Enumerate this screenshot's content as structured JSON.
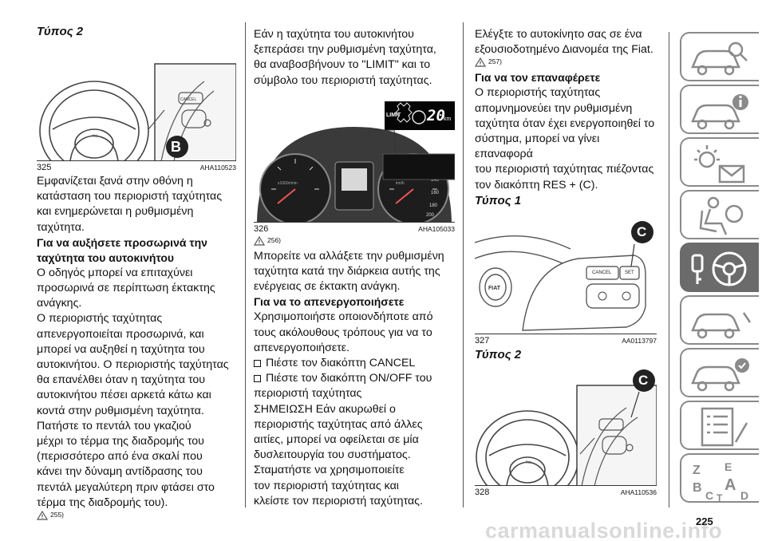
{
  "col1": {
    "heading_type2": "Τύπος 2",
    "fig325": {
      "num": "325",
      "code": "AHA110523",
      "callout": "B"
    },
    "p1": [
      "Εμφανίζεται ξανά στην οθόνη η",
      "κατάσταση του περιοριστή ταχύτητας",
      "και ενημερώνεται η ρυθμισμένη",
      "ταχύτητα."
    ],
    "h1": [
      "Για να αυξήσετε προσωρινά την",
      "ταχύτητα του αυτοκινήτου"
    ],
    "p2": [
      "Ο οδηγός μπορεί να επιταχύνει",
      "προσωρινά σε περίπτωση έκτακτης",
      "ανάγκης."
    ],
    "p3": [
      "Ο περιοριστής ταχύτητας",
      "απενεργοποιείται προσωρινά, και",
      "μπορεί να αυξηθεί η ταχύτητα του",
      "αυτοκινήτου. Ο περιοριστής ταχύτητας",
      "θα επανέλθει όταν η ταχύτητα του",
      "αυτοκινήτου πέσει αρκετά κάτω και",
      "κοντά στην ρυθμισμένη ταχύτητα."
    ],
    "p4": [
      "Πατήστε το πεντάλ του γκαζιού",
      "μέχρι το τέρμα της διαδρομής του",
      "(περισσότερο από ένα σκαλί που",
      "κάνει την δύναμη αντίδρασης του",
      "πεντάλ μεγαλύτερη πριν φτάσει στο",
      "τέρμα της διαδρομής του)."
    ],
    "note": "255)"
  },
  "col2": {
    "p1": [
      "Εάν η ταχύτητα του αυτοκινήτου",
      "ξεπεράσει την ρυθμισμένη ταχύτητα,",
      "θα αναβοσβήνουν το \"LIMIT\" και το",
      "σύμβολο του περιοριστή ταχύτητας."
    ],
    "fig326": {
      "num": "326",
      "code": "AHA105033",
      "limit_label": "LIMIT",
      "speed": "20",
      "unit": "km"
    },
    "note": "256)",
    "p2": [
      "Μπορείτε να αλλάξετε την ρυθμισμένη",
      "ταχύτητα κατά την διάρκεια αυτής της",
      "ενέργειας σε έκτακτη ανάγκη."
    ],
    "h1": "Για να το απενεργοποιήσετε",
    "p3": [
      "Χρησιμοποιήστε οποιονδήποτε από",
      "τους ακόλουθους τρόπους για να το",
      "απενεργοποιήσετε."
    ],
    "bullet1": "Πιέστε τον διακόπτη CANCEL",
    "bullet2": [
      "Πιέστε τον διακόπτη ON/OFF του",
      "περιοριστή ταχύτητας"
    ],
    "p4": [
      "ΣΗΜΕΙΩΣΗ Εάν ακυρωθεί ο",
      "περιοριστής ταχύτητας από άλλες",
      "αιτίες, μπορεί να οφείλεται σε μία",
      "δυσλειτουργία του συστήματος.",
      "Σταματήστε να χρησιμοποιείτε",
      "τον περιοριστή ταχύτητας και",
      "κλείστε τον περιοριστή ταχύτητας."
    ]
  },
  "col3": {
    "p1": [
      "Ελέγξτε το αυτοκίνητο σας σε ένα",
      "εξουσιοδοτημένο Διανομέα της Fiat."
    ],
    "note": "257)",
    "h1": "Για να τον επαναφέρετε",
    "p2": [
      "Ο περιοριστής ταχύτητας",
      "απομνημονεύει την ρυθμισμένη",
      "ταχύτητα όταν έχει ενεργοποιηθεί το",
      "σύστημα, μπορεί να γίνει επαναφορά",
      "του περιοριστή ταχύτητας πιέζοντας",
      "τον διακόπτη RES + (C)."
    ],
    "heading_type1": "Τύπος 1",
    "fig327": {
      "num": "327",
      "code": "AA0113797",
      "callout": "C",
      "cancel_label": "CANCEL",
      "set_label": "SET"
    },
    "heading_type2": "Τύπος 2",
    "fig328": {
      "num": "328",
      "code": "AHA110536",
      "callout": "C"
    }
  },
  "tabs": [
    {
      "name": "car-search-icon",
      "active": false
    },
    {
      "name": "car-info-icon",
      "active": false
    },
    {
      "name": "warning-light-message-icon",
      "active": false
    },
    {
      "name": "seat-airbag-icon",
      "active": false
    },
    {
      "name": "key-steering-wheel-icon",
      "active": true
    },
    {
      "name": "car-breakdown-icon",
      "active": false
    },
    {
      "name": "car-service-icon",
      "active": false
    },
    {
      "name": "specifications-list-icon",
      "active": false
    },
    {
      "name": "index-letters-icon",
      "active": false
    }
  ],
  "page_number": "225",
  "watermark": "carmanualsonline.info",
  "colors": {
    "text": "#111111",
    "tab_border": "#8a8a8a",
    "tab_active": "#6b6b6b",
    "callout": "#222222"
  }
}
